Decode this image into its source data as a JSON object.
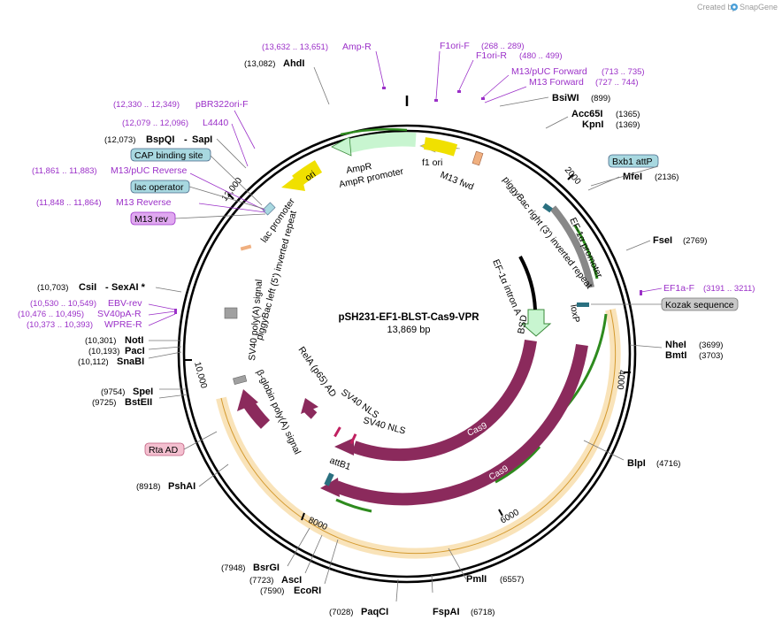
{
  "header": {
    "created_by": "Created by",
    "brand": "SnapGene"
  },
  "plasmid": {
    "name": "pSH231-EF1-BLST-Cas9-VPR",
    "size": "13,869 bp"
  },
  "ticks": [
    "2000",
    "4000",
    "6000",
    "8000",
    "10,000",
    "12,000"
  ],
  "sites": [
    {
      "name": "AhdI",
      "pos": "(13,082)"
    },
    {
      "name": "BsiWI",
      "pos": "(899)"
    },
    {
      "name": "Acc65I",
      "pos": "(1365)"
    },
    {
      "name": "KpnI",
      "pos": "(1369)"
    },
    {
      "name": "MfeI",
      "pos": "(2136)"
    },
    {
      "name": "FseI",
      "pos": "(2769)"
    },
    {
      "name": "NheI",
      "pos": "(3699)"
    },
    {
      "name": "BmtI",
      "pos": "(3703)"
    },
    {
      "name": "BlpI",
      "pos": "(4716)"
    },
    {
      "name": "PmlI",
      "pos": "(6557)"
    },
    {
      "name": "FspAI",
      "pos": "(6718)"
    },
    {
      "name": "PaqCI",
      "pos": "(7028)"
    },
    {
      "name": "EcoRI",
      "pos": "(7590)"
    },
    {
      "name": "AscI",
      "pos": "(7723)"
    },
    {
      "name": "BsrGI",
      "pos": "(7948)"
    },
    {
      "name": "PshAI",
      "pos": "(8918)"
    },
    {
      "name": "BstEII",
      "pos": "(9725)"
    },
    {
      "name": "SpeI",
      "pos": "(9754)"
    },
    {
      "name": "SnaBI",
      "pos": "(10,112)"
    },
    {
      "name": "PacI",
      "pos": "(10,193)"
    },
    {
      "name": "NotI",
      "pos": "(10,301)"
    },
    {
      "name": "CsiI",
      "pos": "(10,703)"
    },
    {
      "name": "SexAI *",
      "pos": ""
    },
    {
      "name": "BspQI",
      "pos": "(12,073)"
    },
    {
      "name": "SapI",
      "pos": ""
    }
  ],
  "primers": [
    {
      "name": "Amp-R",
      "pos": "(13,632 .. 13,651)"
    },
    {
      "name": "F1ori-F",
      "pos": "(268 .. 289)"
    },
    {
      "name": "F1ori-R",
      "pos": "(480 .. 499)"
    },
    {
      "name": "M13/pUC Forward",
      "pos": "(713 .. 735)"
    },
    {
      "name": "M13 Forward",
      "pos": "(727 .. 744)"
    },
    {
      "name": "pBR322ori-F",
      "pos": "(12,330 .. 12,349)"
    },
    {
      "name": "L4440",
      "pos": "(12,079 .. 12,096)"
    },
    {
      "name": "M13/pUC Reverse",
      "pos": "(11,861 .. 11,883)"
    },
    {
      "name": "M13 Reverse",
      "pos": "(11,848 .. 11,864)"
    },
    {
      "name": "EF1a-F",
      "pos": "(3191 .. 3211)"
    },
    {
      "name": "EBV-rev",
      "pos": "(10,530 .. 10,549)"
    },
    {
      "name": "SV40pA-R",
      "pos": "(10,476 .. 10,495)"
    },
    {
      "name": "WPRE-R",
      "pos": "(10,373 .. 10,393)"
    }
  ],
  "boxed_labels": [
    {
      "name": "CAP binding site",
      "color": "#a8d8e0"
    },
    {
      "name": "lac operator",
      "color": "#a8d8e0"
    },
    {
      "name": "M13 rev",
      "color": "#e0a8f0"
    },
    {
      "name": "Bxb1 attP",
      "color": "#a8d8e0"
    },
    {
      "name": "Kozak sequence",
      "color": "#c8c8c8"
    },
    {
      "name": "Rta AD",
      "color": "#f4c0d0"
    }
  ],
  "features": {
    "f1_ori": "f1 ori",
    "m13_fwd": "M13 fwd",
    "ampr": "AmpR",
    "ampr_promoter": "AmpR promoter",
    "ori": "ori",
    "lac_promoter": "lac promoter",
    "pb_left": "piggyBac left (5') inverted repeat",
    "pb_right": "piggyBac right (3') inverted repeat",
    "ef1a_promoter": "EF-1α promoter",
    "ef1a_intron": "EF-1α intron A",
    "loxp": "loxP",
    "bsd": "BSD",
    "cas9_a": "Cas9",
    "cas9_b": "Cas9",
    "sv40_polya": "SV40 poly(A) signal",
    "bglobin": "β-globin poly(A) signal",
    "rela": "RelA (p65) AD",
    "sv40_nls_a": "SV40 NLS",
    "sv40_nls_b": "SV40 NLS",
    "attb1": "attB1"
  },
  "colors": {
    "primer": "#9b30c8",
    "cas9": "#8b2a5c",
    "ori": "#f0e000",
    "ampr_fill": "#c8f5d0",
    "promoter_arrow": "#2e8b1e",
    "rta_band": "#f5d08a"
  }
}
